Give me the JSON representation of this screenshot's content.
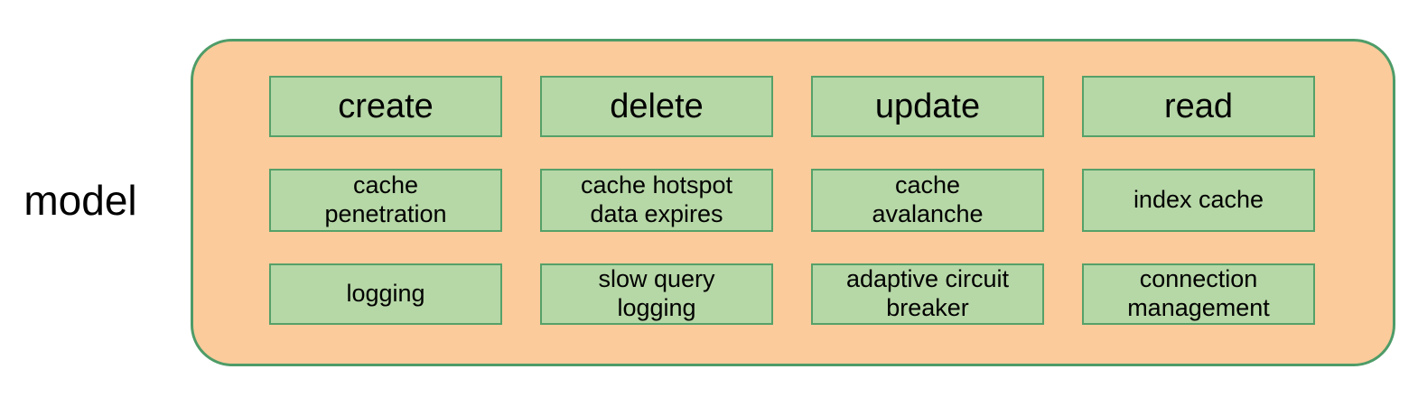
{
  "label": "model",
  "grid": {
    "rows": [
      {
        "cells": [
          "create",
          "delete",
          "update",
          "read"
        ]
      },
      {
        "cells": [
          "cache\npenetration",
          "cache hotspot\ndata expires",
          "cache\navalanche",
          "index cache"
        ]
      },
      {
        "cells": [
          "logging",
          "slow query\nlogging",
          "adaptive circuit\nbreaker",
          "connection\nmanagement"
        ]
      }
    ]
  },
  "colors": {
    "container_fill": "#FBCB9B",
    "container_border": "#4E9C68",
    "node_fill": "#B6D7A6",
    "node_border": "#55A169",
    "text": "#000000"
  }
}
